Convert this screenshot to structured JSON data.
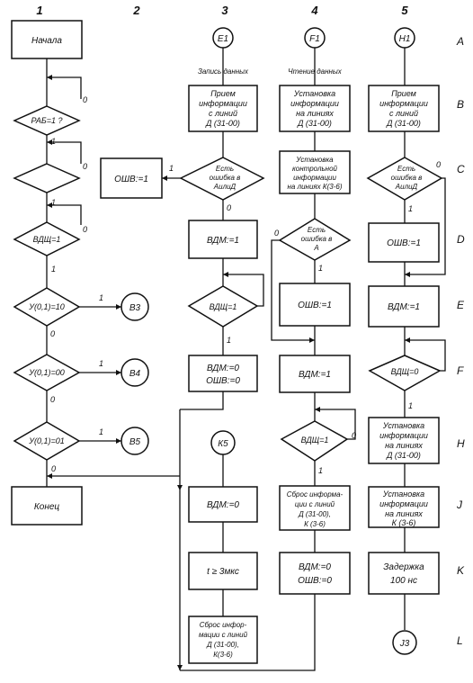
{
  "columns": [
    "1",
    "2",
    "3",
    "4",
    "5"
  ],
  "rows": [
    "A",
    "B",
    "C",
    "D",
    "E",
    "F",
    "H",
    "J",
    "K",
    "L"
  ],
  "col1": {
    "start": "Начала",
    "rab": "РАБ=1 ?",
    "vdsh": "ВДЩ=1",
    "u10": "У(0,1)=10",
    "u00": "У(0,1)=00",
    "u01": "У(0,1)=01",
    "b3": "В3",
    "b4": "В4",
    "b5": "В5",
    "end": "Конец"
  },
  "col2": {
    "oshv": "ОШВ:=1"
  },
  "col3": {
    "e1": "Е1",
    "label": "Запись  данных",
    "recv": [
      "Прием",
      "информации",
      "с линий",
      "Д (31-00)"
    ],
    "err": [
      "Есть",
      "ошибка в",
      "АилиД"
    ],
    "vdm1": "ВДМ:=1",
    "vdsh": "ВДЩ=1",
    "vdm0": "ВДМ:=0",
    "oshv0": "ОШВ:=0",
    "k5": "К5",
    "vdm0b": "ВДМ:=0",
    "t3": "t ≥ 3мкс",
    "reset": [
      "Сброс инфор-",
      "мации с линий",
      "Д (31-00),",
      "К(3-6)"
    ]
  },
  "col4": {
    "f1": "F1",
    "label": "Чтение  данных",
    "setd": [
      "Установка",
      "информации",
      "на линиях",
      "Д (31-00)"
    ],
    "setk": [
      "Установка",
      "контрольной",
      "информации",
      "на линиях К(3-6)"
    ],
    "errA": [
      "Есть",
      "ошибка в",
      "А"
    ],
    "oshv1": "ОШВ:=1",
    "vdm1": "ВДМ:=1",
    "vdsh": "ВДЩ=1",
    "reset": [
      "Сброс информа-",
      "ции с линий",
      "Д (31-00),",
      "К (3-6)"
    ],
    "vdm0": "ВДМ:=0",
    "oshv0": "ОШВ:=0"
  },
  "col5": {
    "h1": "Н1",
    "recv": [
      "Прием",
      "информации",
      "с линий",
      "Д (31-00)"
    ],
    "err": [
      "Есть",
      "ошибка в",
      "АилиД"
    ],
    "oshv1": "ОШВ:=1",
    "vdm1": "ВДМ:=1",
    "vdsh0": "ВДЩ=0",
    "setd": [
      "Установка",
      "информации",
      "на линиях",
      "Д (31-00)"
    ],
    "setk": [
      "Установка",
      "информации",
      "на линиях",
      "К (3-6)"
    ],
    "delay": [
      "Задержка",
      "100 нс"
    ],
    "j3": "J3"
  },
  "labels": {
    "one": "1",
    "zero": "0"
  }
}
